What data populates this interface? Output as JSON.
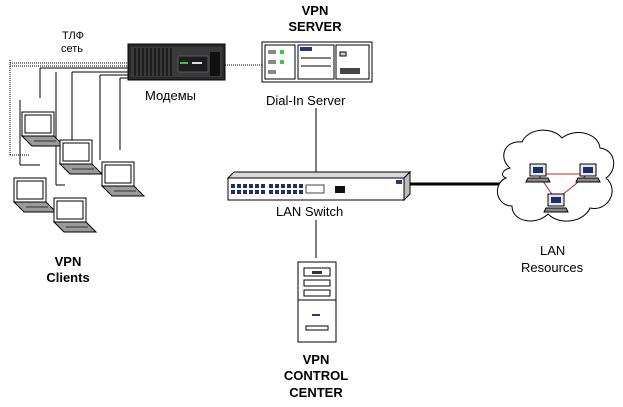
{
  "diagram": {
    "tlf_line1": "ТЛФ",
    "tlf_line2": "сеть",
    "modems_label": "Модемы",
    "vpn_server_line1": "VPN",
    "vpn_server_line2": "SERVER",
    "dial_in_label": "Dial-In Server",
    "lan_switch_label": "LAN Switch",
    "lan_resources_line1": "LAN",
    "lan_resources_line2": "Resources",
    "vpn_clients_line1": "VPN",
    "vpn_clients_line2": "Clients",
    "control_center_line1": "VPN",
    "control_center_line2": "CONTROL",
    "control_center_line3": "CENTER"
  },
  "colors": {
    "line": "#000000",
    "lan_link": "#cc2222",
    "switch_port": "#1a2f6b",
    "device_body": "#ffffff"
  },
  "icons": [
    "modem-rack-icon",
    "server-rack-icon",
    "switch-icon",
    "laptop-icon",
    "tower-server-icon",
    "cloud-icon",
    "workstation-icon"
  ]
}
